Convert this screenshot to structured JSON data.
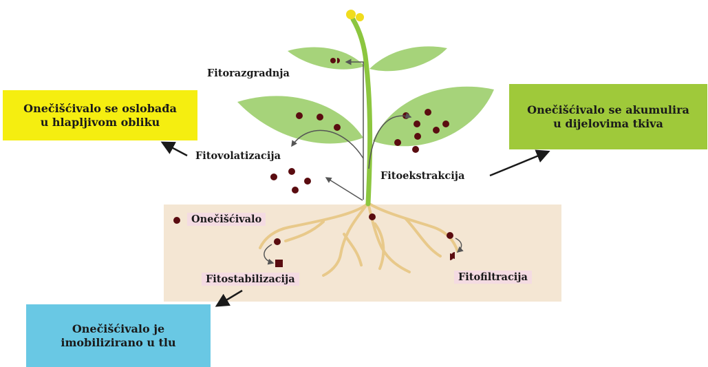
{
  "boxes": {
    "volatile": "Onečišćivalo se oslobađa\nu hlapljivom obliku",
    "accumulates": "Onečišćivalo se akumulira\nu dijelovima tkiva",
    "immobilized": "Onečišćivalo je\nimobilizirano u tlu"
  },
  "labels": {
    "fitorazgradnja": "Fitorazgradnja",
    "fitovolatizacija": "Fitovolatizacija",
    "fitoekstrakcija": "Fitoekstrakcija",
    "onecisćivalo": "Onečišćivalo",
    "fitostabilizacija": "Fitostabilizacija",
    "fitofiltracija": "Fitofiltracija"
  },
  "colors": {
    "plant": "#a6d37a",
    "plant_dark": "#7cb551",
    "stem": "#8cc63f",
    "flower": "#f0dc1e",
    "soil": "#f4e6d3",
    "root": "#e8c98a",
    "pollutant": "#5a0c10",
    "arrow": "#1a1a1a"
  },
  "icons": [
    "pollutant-dot-icon",
    "flower-bud-icon"
  ]
}
